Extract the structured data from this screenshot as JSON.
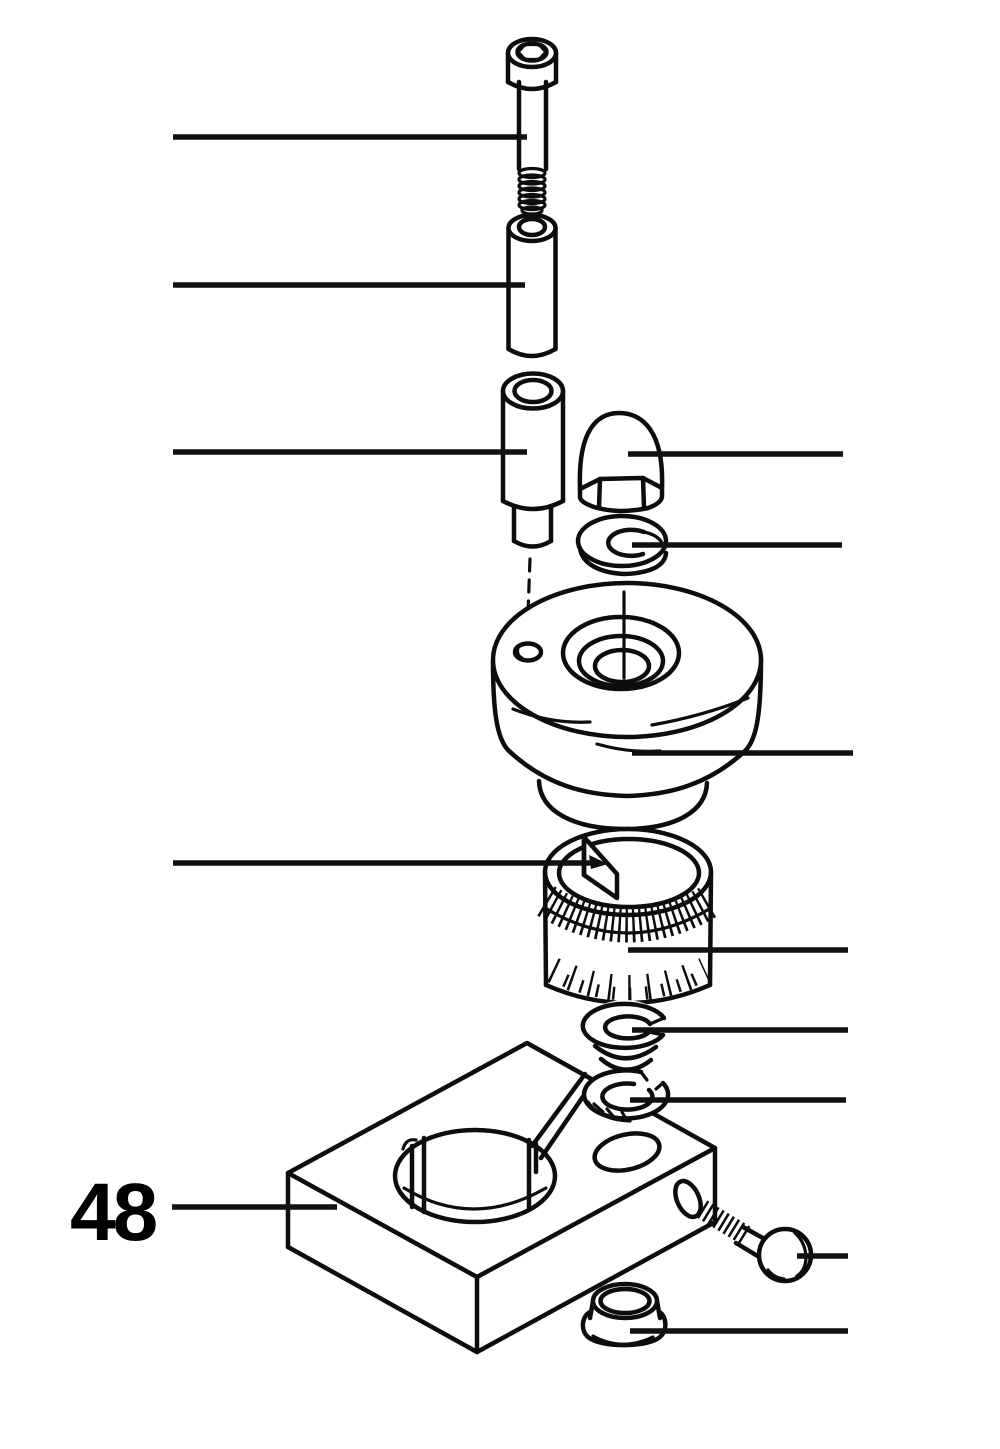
{
  "figure": {
    "callout_number": "48",
    "diagram_type": "exploded-parts-diagram",
    "parts": [
      "socket-head-screw",
      "spacer-sleeve",
      "guide-bushing",
      "acorn-nut",
      "spring-washer",
      "pulley-roller",
      "key-pointer",
      "knurled-dial",
      "cup-washer",
      "lock-washer",
      "clamp-block",
      "clamp-bolt",
      "flanged-bushing"
    ]
  },
  "colors": {
    "line": "#000000",
    "background": "#ffffff"
  }
}
